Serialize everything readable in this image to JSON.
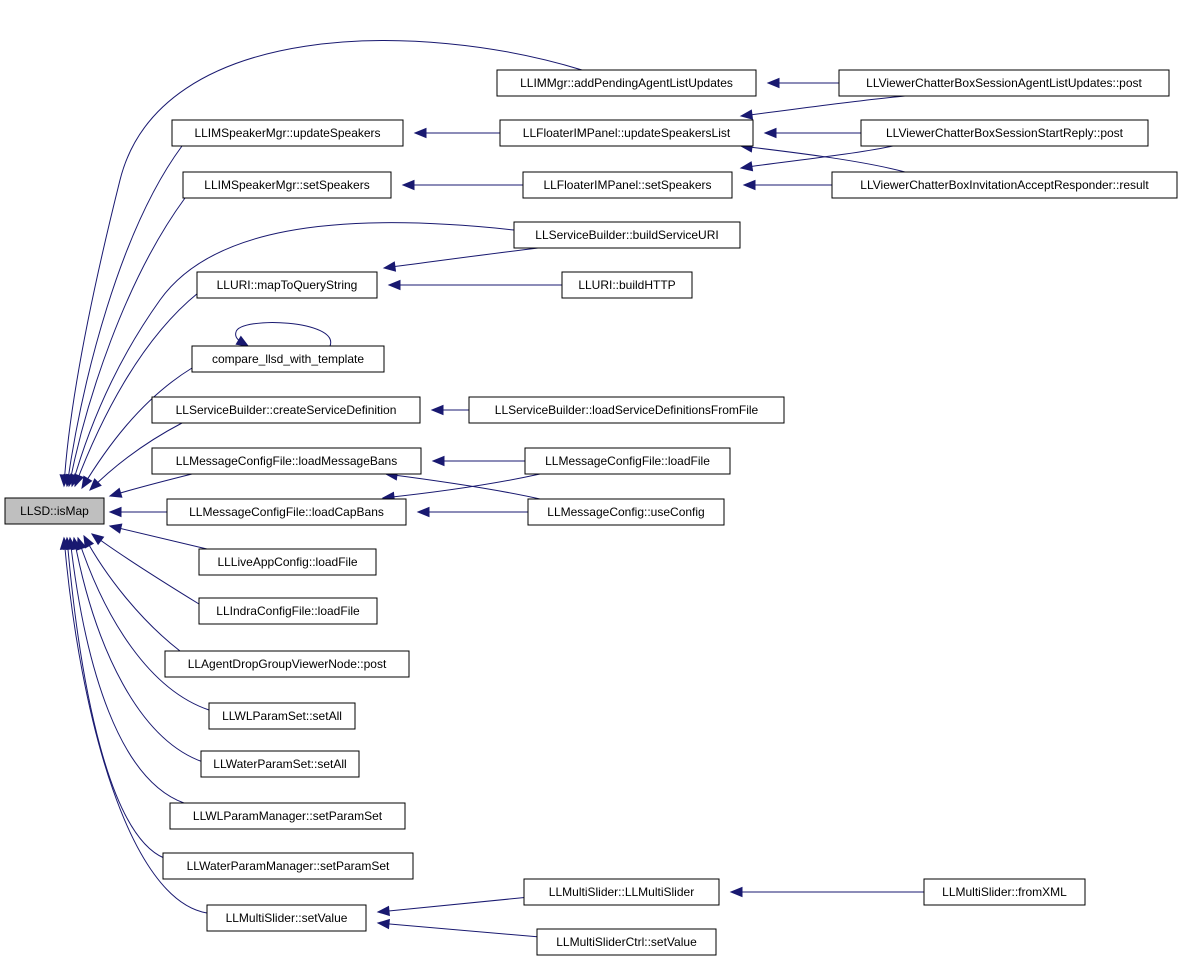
{
  "graph": {
    "root": "LLSD::isMap",
    "nodes": [
      {
        "id": "isMap",
        "label": "LLSD::isMap"
      },
      {
        "id": "addPending",
        "label": "LLIMMgr::addPendingAgentListUpdates"
      },
      {
        "id": "agentListPost",
        "label": "LLViewerChatterBoxSessionAgentListUpdates::post"
      },
      {
        "id": "updateSpeakers",
        "label": "LLIMSpeakerMgr::updateSpeakers"
      },
      {
        "id": "updateSpeakersList",
        "label": "LLFloaterIMPanel::updateSpeakersList"
      },
      {
        "id": "startReplyPost",
        "label": "LLViewerChatterBoxSessionStartReply::post"
      },
      {
        "id": "setSpeakers",
        "label": "LLIMSpeakerMgr::setSpeakers"
      },
      {
        "id": "panelSetSpeakers",
        "label": "LLFloaterIMPanel::setSpeakers"
      },
      {
        "id": "inviteResult",
        "label": "LLViewerChatterBoxInvitationAcceptResponder::result"
      },
      {
        "id": "buildServiceURI",
        "label": "LLServiceBuilder::buildServiceURI"
      },
      {
        "id": "mapToQuery",
        "label": "LLURI::mapToQueryString"
      },
      {
        "id": "buildHTTP",
        "label": "LLURI::buildHTTP"
      },
      {
        "id": "compareLlsd",
        "label": "compare_llsd_with_template"
      },
      {
        "id": "createServiceDef",
        "label": "LLServiceBuilder::createServiceDefinition"
      },
      {
        "id": "loadServiceDefs",
        "label": "LLServiceBuilder::loadServiceDefinitionsFromFile"
      },
      {
        "id": "loadMessageBans",
        "label": "LLMessageConfigFile::loadMessageBans"
      },
      {
        "id": "msgCfgLoadFile",
        "label": "LLMessageConfigFile::loadFile"
      },
      {
        "id": "loadCapBans",
        "label": "LLMessageConfigFile::loadCapBans"
      },
      {
        "id": "useConfig",
        "label": "LLMessageConfig::useConfig"
      },
      {
        "id": "liveAppLoad",
        "label": "LLLiveAppConfig::loadFile"
      },
      {
        "id": "indraLoad",
        "label": "LLIndraConfigFile::loadFile"
      },
      {
        "id": "dropGroupPost",
        "label": "LLAgentDropGroupViewerNode::post"
      },
      {
        "id": "wlSetAll",
        "label": "LLWLParamSet::setAll"
      },
      {
        "id": "waterSetAll",
        "label": "LLWaterParamSet::setAll"
      },
      {
        "id": "wlSetParamSet",
        "label": "LLWLParamManager::setParamSet"
      },
      {
        "id": "waterSetParamSet",
        "label": "LLWaterParamManager::setParamSet"
      },
      {
        "id": "sliderSetValue",
        "label": "LLMultiSlider::setValue"
      },
      {
        "id": "sliderCtor",
        "label": "LLMultiSlider::LLMultiSlider"
      },
      {
        "id": "sliderFromXML",
        "label": "LLMultiSlider::fromXML"
      },
      {
        "id": "sliderCtrlSetValue",
        "label": "LLMultiSliderCtrl::setValue"
      }
    ],
    "edges": [
      {
        "from": "addPending",
        "to": "isMap"
      },
      {
        "from": "updateSpeakers",
        "to": "isMap"
      },
      {
        "from": "setSpeakers",
        "to": "isMap"
      },
      {
        "from": "buildServiceURI",
        "to": "isMap"
      },
      {
        "from": "mapToQuery",
        "to": "isMap"
      },
      {
        "from": "compareLlsd",
        "to": "isMap"
      },
      {
        "from": "createServiceDef",
        "to": "isMap"
      },
      {
        "from": "loadMessageBans",
        "to": "isMap"
      },
      {
        "from": "loadCapBans",
        "to": "isMap"
      },
      {
        "from": "liveAppLoad",
        "to": "isMap"
      },
      {
        "from": "indraLoad",
        "to": "isMap"
      },
      {
        "from": "dropGroupPost",
        "to": "isMap"
      },
      {
        "from": "wlSetAll",
        "to": "isMap"
      },
      {
        "from": "waterSetAll",
        "to": "isMap"
      },
      {
        "from": "wlSetParamSet",
        "to": "isMap"
      },
      {
        "from": "waterSetParamSet",
        "to": "isMap"
      },
      {
        "from": "sliderSetValue",
        "to": "isMap"
      },
      {
        "from": "agentListPost",
        "to": "addPending"
      },
      {
        "from": "agentListPost",
        "to": "updateSpeakersList"
      },
      {
        "from": "updateSpeakersList",
        "to": "updateSpeakers"
      },
      {
        "from": "startReplyPost",
        "to": "updateSpeakersList"
      },
      {
        "from": "startReplyPost",
        "to": "panelSetSpeakers"
      },
      {
        "from": "inviteResult",
        "to": "updateSpeakersList"
      },
      {
        "from": "inviteResult",
        "to": "panelSetSpeakers"
      },
      {
        "from": "panelSetSpeakers",
        "to": "setSpeakers"
      },
      {
        "from": "buildServiceURI",
        "to": "mapToQuery"
      },
      {
        "from": "buildHTTP",
        "to": "mapToQuery"
      },
      {
        "from": "compareLlsd",
        "to": "compareLlsd"
      },
      {
        "from": "loadServiceDefs",
        "to": "createServiceDef"
      },
      {
        "from": "msgCfgLoadFile",
        "to": "loadMessageBans"
      },
      {
        "from": "msgCfgLoadFile",
        "to": "loadCapBans"
      },
      {
        "from": "useConfig",
        "to": "loadMessageBans"
      },
      {
        "from": "useConfig",
        "to": "loadCapBans"
      },
      {
        "from": "sliderCtor",
        "to": "sliderSetValue"
      },
      {
        "from": "sliderCtrlSetValue",
        "to": "sliderSetValue"
      },
      {
        "from": "sliderFromXML",
        "to": "sliderCtor"
      }
    ]
  }
}
